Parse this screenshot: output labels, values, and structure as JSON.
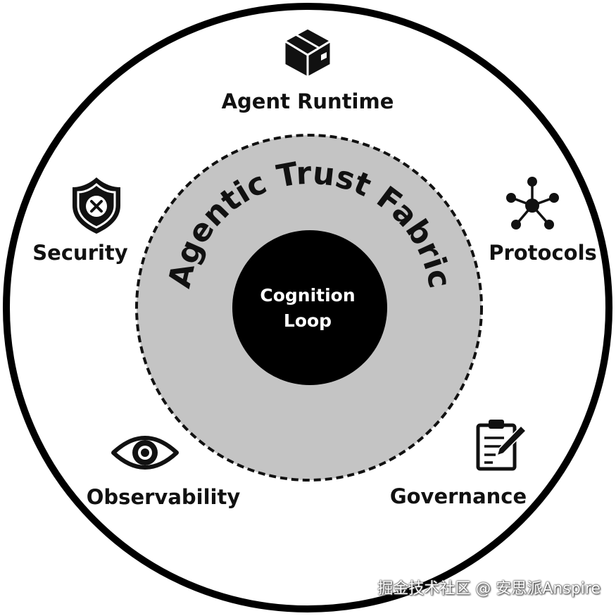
{
  "diagram": {
    "ring_label": "Agentic Trust Fabric",
    "core_label_line1": "Cognition",
    "core_label_line2": "Loop",
    "pillars": {
      "runtime": {
        "label": "Agent Runtime",
        "icon": "box-icon"
      },
      "security": {
        "label": "Security",
        "icon": "shield-x-icon"
      },
      "protocols": {
        "label": "Protocols",
        "icon": "network-hub-icon"
      },
      "observability": {
        "label": "Observability",
        "icon": "eye-icon"
      },
      "governance": {
        "label": "Governance",
        "icon": "clipboard-pencil-icon"
      }
    }
  },
  "watermark": "掘金技术社区 @ 安思派Anspire",
  "colors": {
    "outline": "#111111",
    "fabric_fill": "#c4c4c4",
    "core_fill": "#000000",
    "background": "#ffffff"
  }
}
